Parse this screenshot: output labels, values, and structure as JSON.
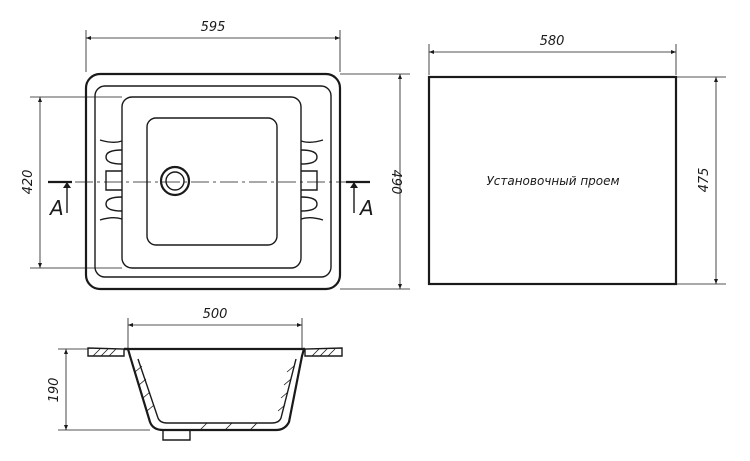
{
  "dimensions": {
    "top_width": "595",
    "inner_height": "420",
    "outer_height": "490",
    "cutout_width": "580",
    "cutout_height": "475",
    "section_width": "500",
    "depth": "190"
  },
  "section_mark": "A",
  "cutout_label": "Установочный проем"
}
